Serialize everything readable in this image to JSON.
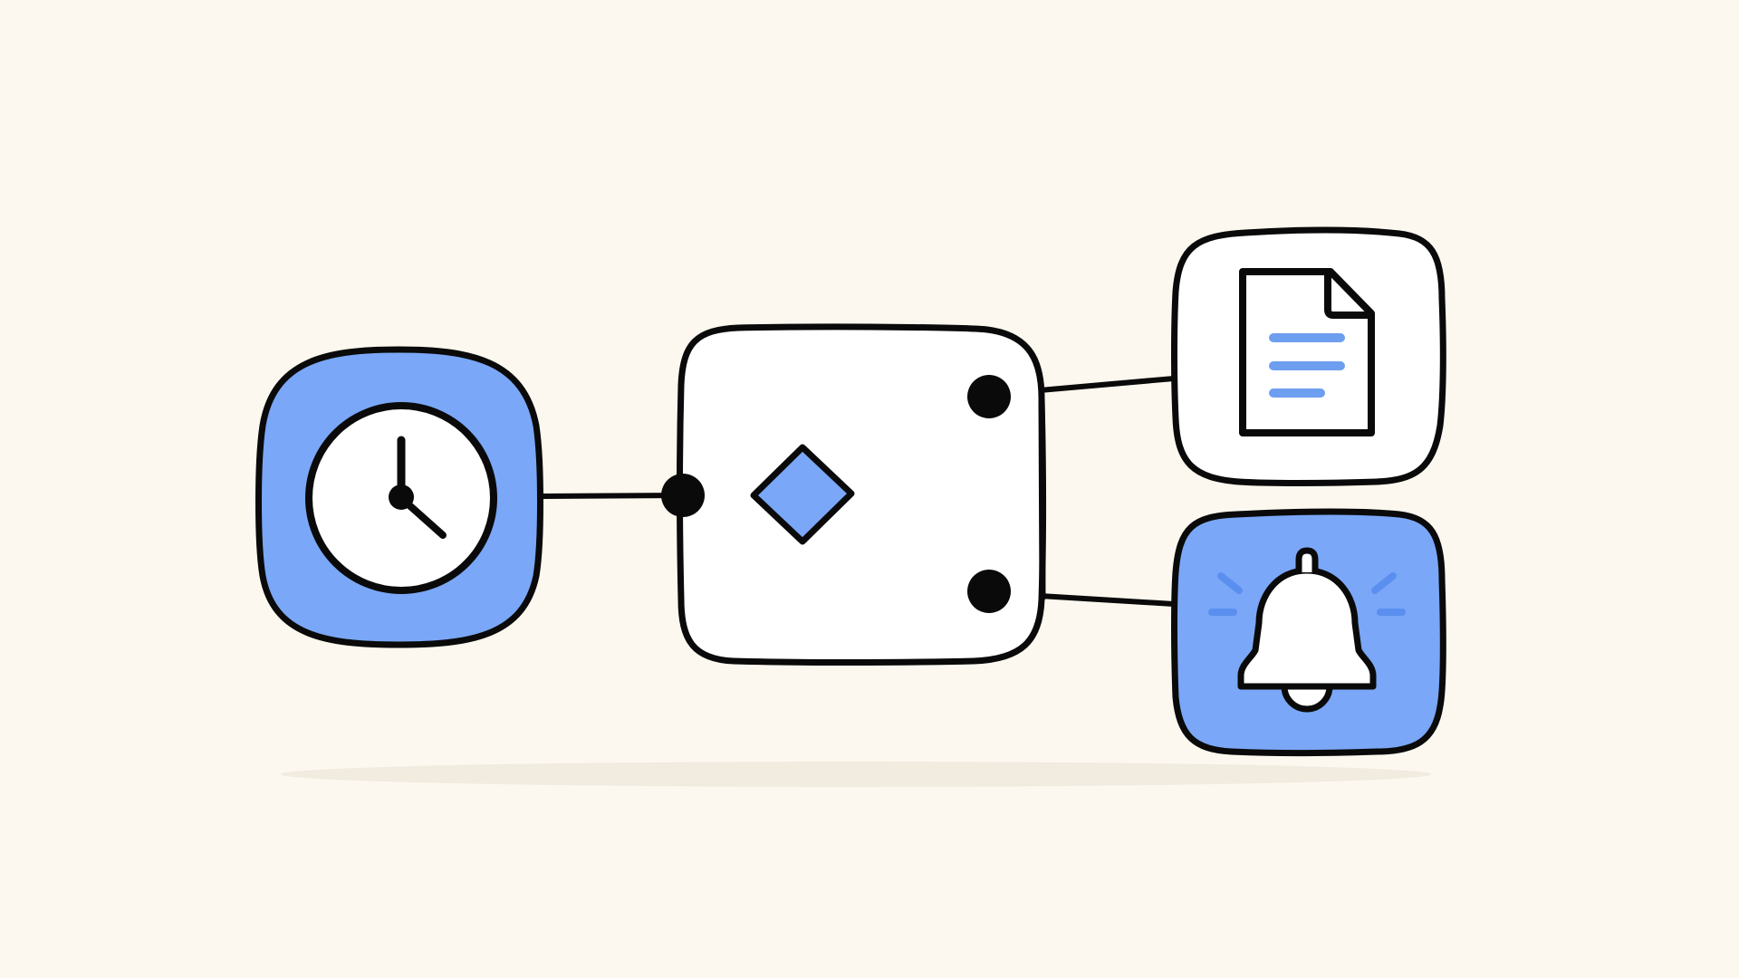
{
  "colors": {
    "background": "#fcf8ef",
    "outline": "#0a0a0a",
    "accent_fill": "#7aa7f7",
    "white_fill": "#ffffff",
    "document_line": "#6e9ef0",
    "alert_mark": "#5b8fef",
    "ground_shadow": "#f1ebe0"
  },
  "nodes": [
    {
      "name": "trigger-node",
      "icon": "clock-icon",
      "fill": "accent"
    },
    {
      "name": "router-node",
      "icon": "branch-diamond-icon",
      "fill": "white"
    },
    {
      "name": "document-node",
      "icon": "document-icon",
      "fill": "white"
    },
    {
      "name": "notification-node",
      "icon": "bell-icon",
      "fill": "accent"
    }
  ],
  "edges": [
    {
      "from": "trigger-node",
      "to": "router-node"
    },
    {
      "from": "router-node",
      "to": "document-node"
    },
    {
      "from": "router-node",
      "to": "notification-node"
    }
  ]
}
